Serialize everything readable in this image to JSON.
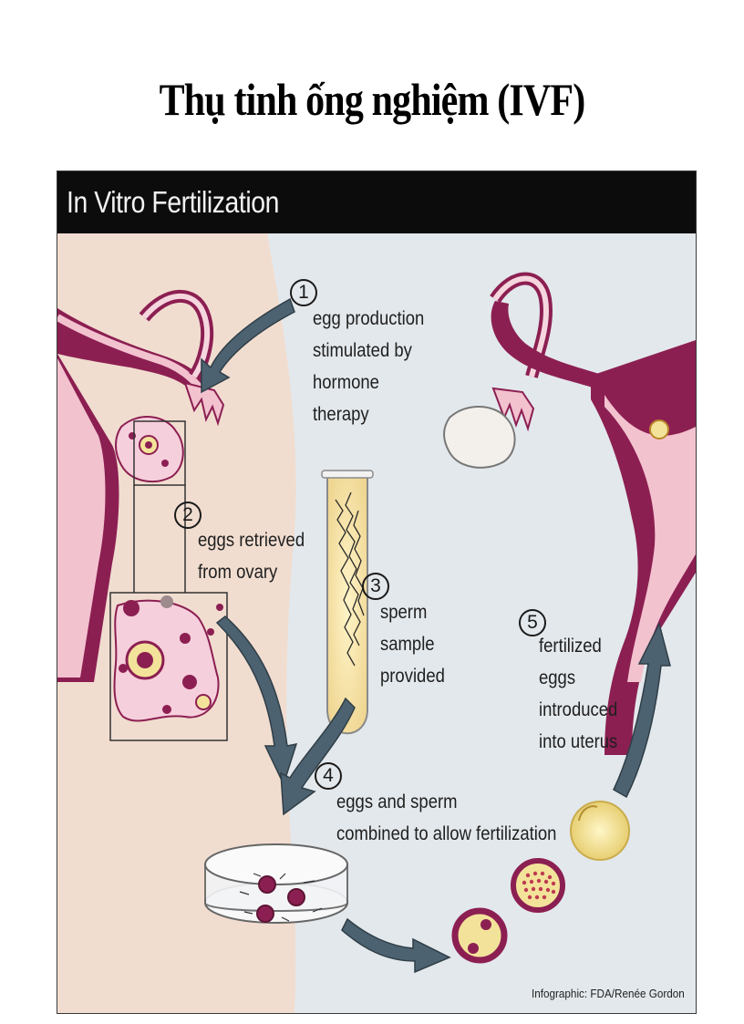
{
  "title": "Thụ tinh ống nghiệm (IVF)",
  "figure": {
    "header": "In Vitro Fertilization",
    "steps": [
      {
        "number": "1",
        "lines": [
          "egg production",
          "stimulated by",
          "hormone",
          "therapy"
        ]
      },
      {
        "number": "2",
        "lines": [
          "eggs retrieved",
          "from ovary"
        ]
      },
      {
        "number": "3",
        "lines": [
          "sperm",
          "sample",
          "provided"
        ]
      },
      {
        "number": "4",
        "lines": [
          "eggs and sperm",
          "combined to allow fertilization"
        ]
      },
      {
        "number": "5",
        "lines": [
          "fertilized",
          "eggs",
          "introduced",
          "into uterus"
        ]
      }
    ],
    "credit": "Infographic: FDA/Renée Gordon"
  },
  "colors": {
    "background_left": "#f1ddd0",
    "background_right": "#e3e8ec",
    "uterus": "#8c1f52",
    "uterus_light": "#f3c2cf",
    "arrow": "#4d6270",
    "egg_yellow": "#f3e39a"
  }
}
